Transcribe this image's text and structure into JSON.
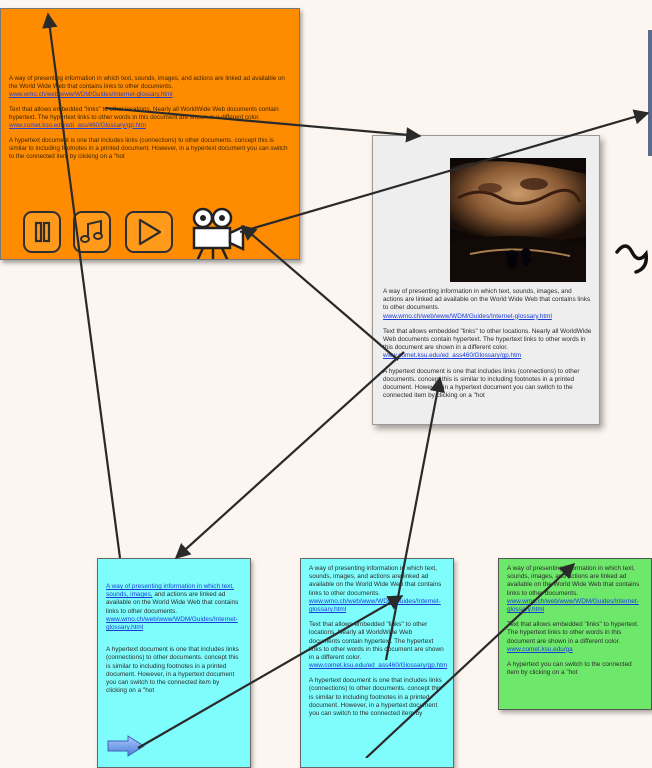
{
  "cards": {
    "orange": {
      "p1": "A way of presenting information in which text, sounds, images, and actions are linked ad available on the World Wide Web that contains links to other documents.",
      "p1_link": "www.wmo.ch/web/www/WDM/Guides/Internet-glossary.html",
      "p2": "Text that allows embedded \"links\" to other locations. Nearly all WorldWide Web documents contain hypertext. The hypertext links to other words in this document are shown in a different color.",
      "p2_link": "www.comet.ksu.edu/edi_ass/460/Glossary/gp.htm",
      "p3": "A hypertext document is one that includes links (connections) to other documents. concept this is similar to including footnotes in a printed document. However, in a hypertext document you can switch to the connected item by clicking on a \"hot"
    },
    "gray": {
      "p1": "A way of presenting information in which text, sounds, images, and actions are linked ad available on the World Wide Web that contains links to other documents.",
      "p1_link": "www.wmo.ch/web/www/WDM/Guides/Internet-glossary.html",
      "p2": "Text that allows embedded \"links\" to other locations. Nearly all WorldWide Web documents contain hypertext. The hypertext links to other words in this document are shown in a different color.",
      "p2_link": "www.comet.ksu.edu/ed_ass460/Glossary/gp.htm",
      "p3": "A hypertext document is one that includes links (connections) to other documents. concept this is similar to including footnotes in a printed document. However, in a hypertext document you can switch to the connected item by clicking on a \"hot"
    },
    "cyan1": {
      "p1_link": "A way of presenting information in which text, sounds, images,",
      "p1": "and actions are linked ad available on the World Wide Web that contains links to other documents.",
      "p1_url": "www.wmo.ch/web/www/WDM/Guides/Internet-glossary.html",
      "p2": "A hypertext document is one that includes links (connections) to other documents. concept this is similar to including footnotes in a printed document. However, in a hypertext document you can switch to the connected item by clicking on a \"hot"
    },
    "cyan2": {
      "p1": "A way of presenting information in which text, sounds, images, and actions are linked ad available on the World Wide Web that contains links to other documents.",
      "p1_link": "www.wmo.ch/web/www/WDM/Guides/Internet-glossary.html",
      "p2": "Text that allows embedded \"links\" to other locations. Nearly all WorldWide Web documents contain hypertext. The hypertext links to other words in this document are shown in a different color.",
      "p2_link": "www.comet.ksu.edu/ed_ass460/Glossary/gp.htm",
      "p3": "A hypertext document is one that includes links (connections) to other documents. concept this is similar to including footnotes in a printed document. However, in a hypertext document you can switch to the connected item by"
    },
    "green": {
      "p1": "A way of presenting information in which text, sounds, images, and actions are linked ad available on the World Wide Web that contains links to other documents.",
      "p1_link": "www.wmo.ch/web/www/WDM/Guides/Internet-glossary.html",
      "p2": "Text that allows embedded \"links\" to hypertext. The hypertext links to other words in this document are shown in a different color.",
      "p2_link": "www.comet.ksu.edu/ga",
      "p3": "A hypertext you can switch to the connected item by clicking on a \"hot"
    }
  },
  "icons": [
    "pause-icon",
    "music-note-icon",
    "play-icon",
    "movie-camera-icon",
    "cave-painting-image",
    "blue-arrow-icon"
  ],
  "colors": {
    "orange_card": "#ff8c00",
    "gray_card": "#eeeeee",
    "cyan_card": "#7ffdfd",
    "green_card": "#6ee86a",
    "link": "#1a3cd6",
    "arrow": "#2a2a2a",
    "background": "#fdf5ef"
  }
}
